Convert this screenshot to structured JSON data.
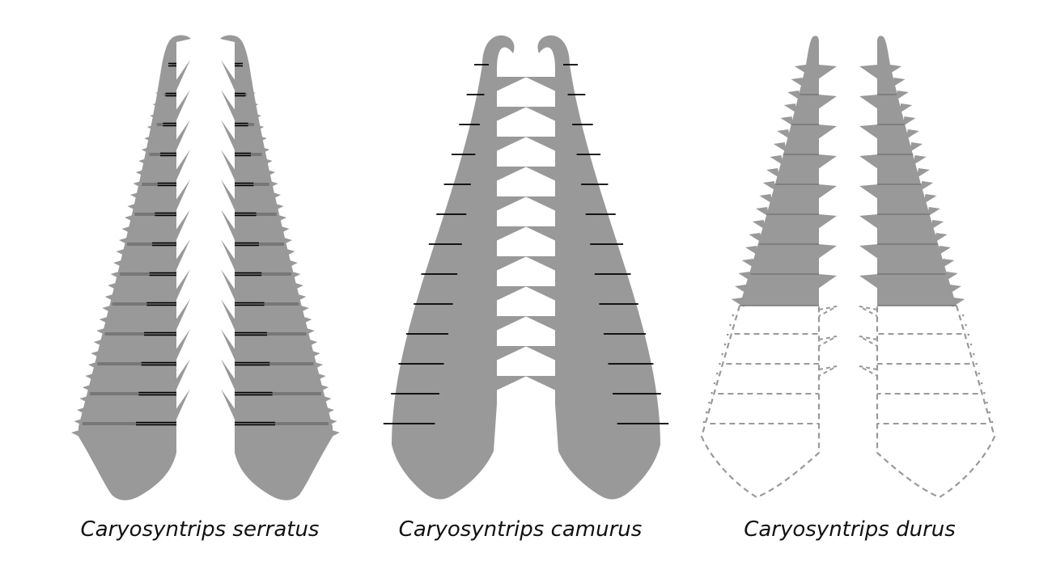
{
  "figure": {
    "background": "#ffffff",
    "fill_color": "#999999",
    "stripe_color": "#777777",
    "line_color": "#000000",
    "outline_color": "#999999"
  },
  "specimens": [
    {
      "name": "Caryosyntrips serratus",
      "spine_count": 14,
      "style": "solid"
    },
    {
      "name": "Caryosyntrips camurus",
      "spine_count": 11,
      "style": "solid"
    },
    {
      "name": "Caryosyntrips durus",
      "spine_count": 12,
      "style": "partial-dashed"
    }
  ]
}
